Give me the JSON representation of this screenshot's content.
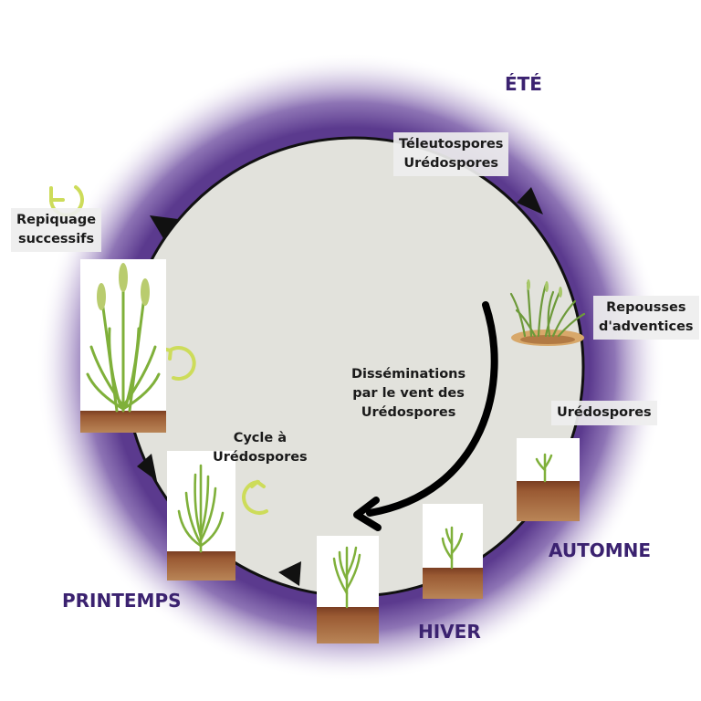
{
  "seasons": {
    "summer": "ÉTÉ",
    "autumn": "AUTOMNE",
    "winter": "HIVER",
    "spring": "PRINTEMPS"
  },
  "labels": {
    "spores_summer": [
      "Téleutospores",
      "Urédospores"
    ],
    "volunteers": [
      "Repousses",
      "d'adventices"
    ],
    "spores_autumn": "Urédospores",
    "wind_dissemination": [
      "Disséminations",
      "par le vent des",
      "Urédospores"
    ],
    "spore_cycle": [
      "Cycle à",
      "Urédospores"
    ],
    "successive_transplanting": [
      "Repiquage",
      "successifs"
    ]
  },
  "colors": {
    "season_text": "#3b2270",
    "halo": "#5b3a8e",
    "disc": "#e2e2dc",
    "ring": "#111111",
    "cycle_icon": "#cddc5a",
    "soil": "#8a4a2a",
    "plant": "#7fb03a"
  },
  "icons": [
    "cycle-arrows-icon",
    "arrowhead-icon",
    "plant-icon"
  ]
}
